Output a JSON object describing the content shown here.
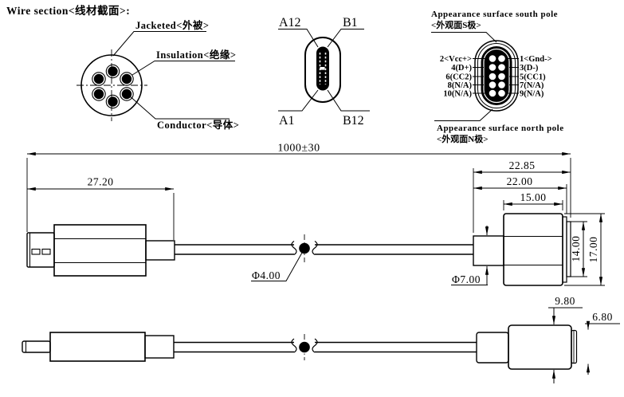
{
  "wire_section": {
    "title": "Wire section<线材截面>:",
    "jacket_label": "Jacketed<外被>",
    "insulation_label": "Insulation<绝缘>",
    "conductor_label": "Conductor<导体>"
  },
  "usb_c_face": {
    "top_left": "A12",
    "top_right": "B1",
    "bottom_left": "A1",
    "bottom_right": "B12"
  },
  "pinout": {
    "south_title": "Appearance surface south pole",
    "south_subtitle": "<外观面S极>",
    "north_title": "Appearance surface north pole",
    "north_subtitle": "<外观面N极>",
    "left_pins": [
      "2<Vcc+>",
      "4(D+)",
      "6(CC2)",
      "8(N/A)",
      "10(N/A)"
    ],
    "right_pins": [
      "1<Gnd->",
      "3(D-)",
      "5(CC1)",
      "7(N/A)",
      "9(N/A)"
    ]
  },
  "dimensions": {
    "overall_length": "1000±30",
    "plug_length": "27.20",
    "connector_total_length": "22.85",
    "connector_with_ring_length": "22.00",
    "connector_body_length": "15.00",
    "ring_diameter": "14.00",
    "body_diameter": "17.00",
    "cable_diameter": "Φ4.00",
    "neck_diameter": "Φ7.00",
    "side_body_diameter": "9.80",
    "side_tip_diameter": "6.80"
  },
  "colors": {
    "line": "#000000",
    "background": "#ffffff"
  }
}
